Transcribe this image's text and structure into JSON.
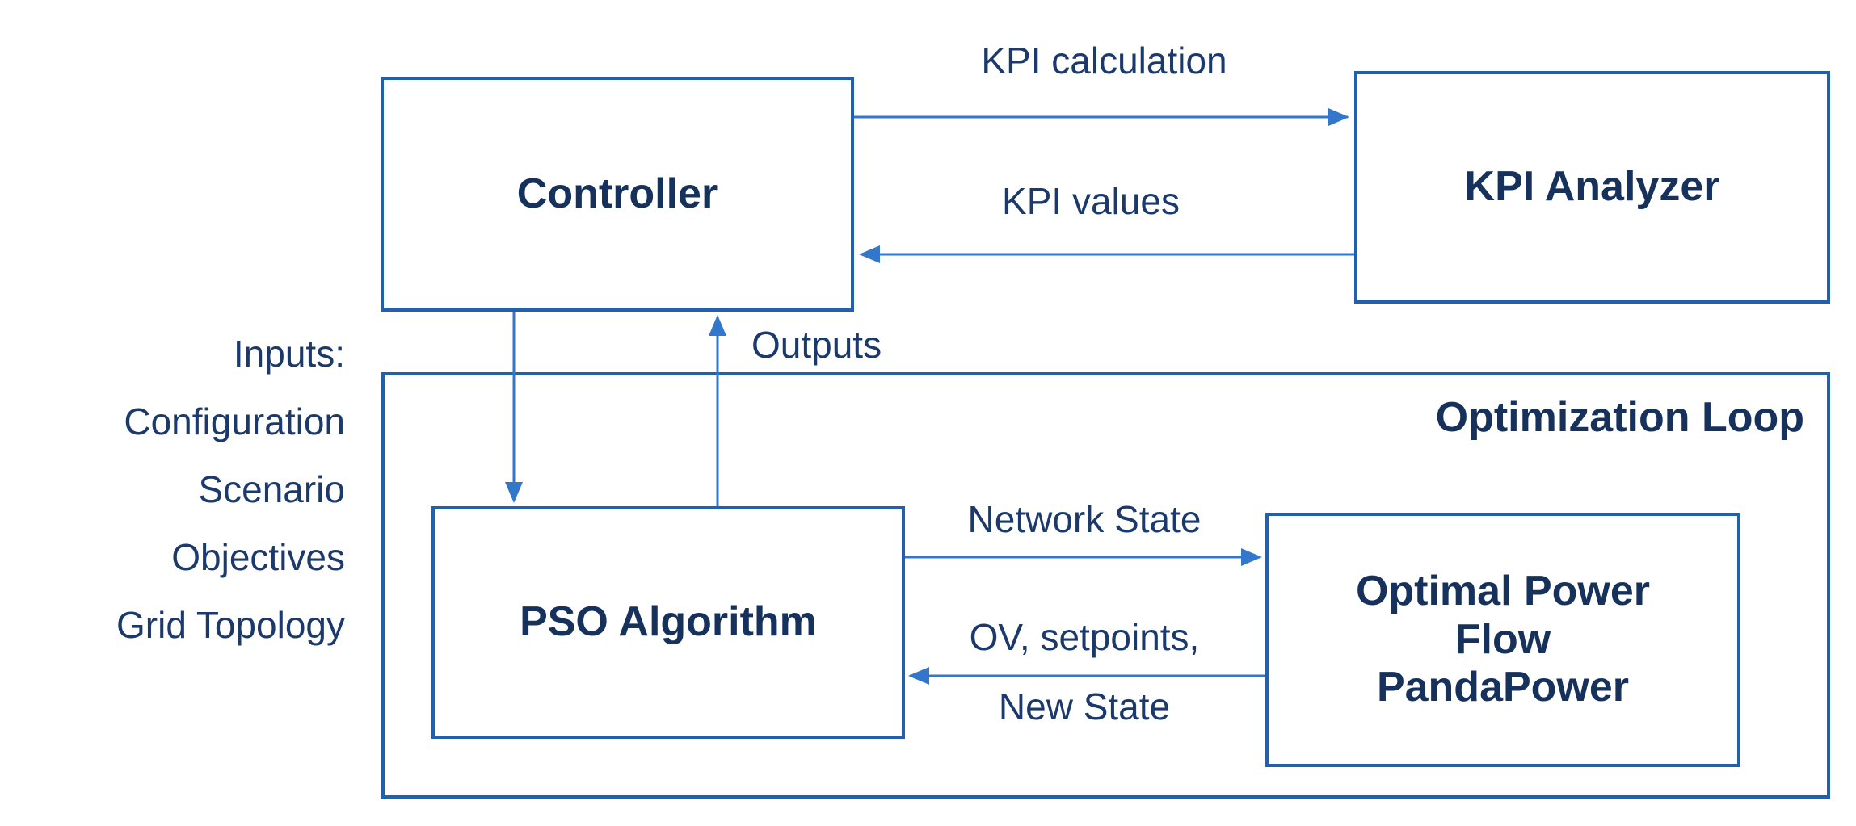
{
  "diagram": {
    "background": "#ffffff",
    "colors": {
      "box_border": "#2160ac",
      "arrow": "#3277cb",
      "title_text": "#16325c",
      "label_text": "#1b3a6b"
    },
    "inputs": {
      "lines": [
        "Inputs:",
        "Configuration",
        "Scenario",
        "Objectives",
        "Grid Topology"
      ]
    },
    "boxes": {
      "controller": {
        "label": "Controller"
      },
      "kpi_analyzer": {
        "label": "KPI Analyzer"
      },
      "optimization_loop": {
        "label": "Optimization Loop"
      },
      "pso": {
        "label": "PSO Algorithm"
      },
      "opf": {
        "lines": [
          "Optimal Power",
          "Flow",
          "PandaPower"
        ]
      }
    },
    "arrow_labels": {
      "kpi_calculation": "KPI calculation",
      "kpi_values": "KPI values",
      "outputs": "Outputs",
      "network_state": "Network State",
      "ov_setpoints": "OV, setpoints,",
      "new_state": "New State"
    }
  }
}
